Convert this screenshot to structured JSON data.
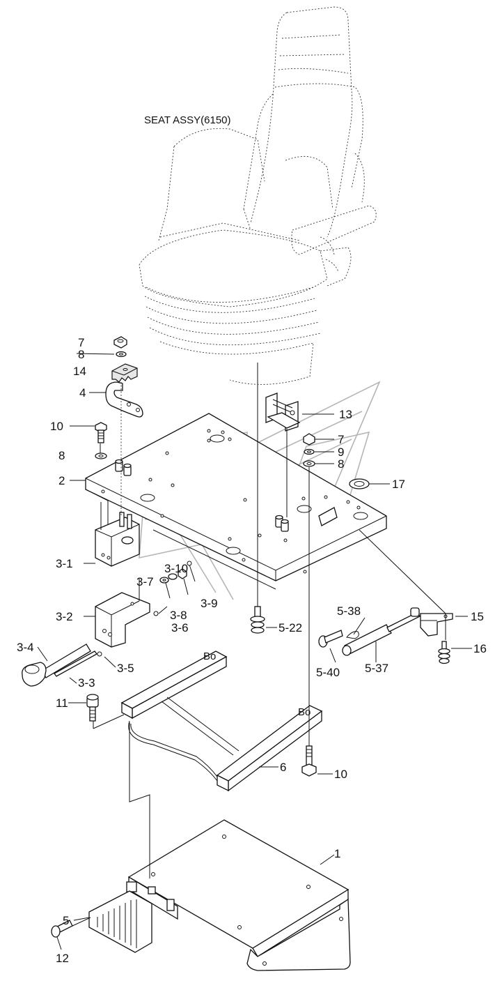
{
  "title": "SEAT ASSY(6150)",
  "labels": {
    "7a": "7",
    "8a": "8",
    "14": "14",
    "4": "4",
    "10a": "10",
    "8b": "8",
    "2": "2",
    "13": "13",
    "7b": "7",
    "9": "9",
    "8c": "8",
    "17": "17",
    "3-1": "3-1",
    "3-10": "3-10",
    "3-7": "3-7",
    "3-9": "3-9",
    "3-8": "3-8",
    "3-2": "3-2",
    "3-6": "3-6",
    "5-22": "5-22",
    "5-38": "5-38",
    "15": "15",
    "3-4": "3-4",
    "3-5": "3-5",
    "3-3": "3-3",
    "5-40": "5-40",
    "5-37": "5-37",
    "16": "16",
    "11": "11",
    "6": "6",
    "10b": "10",
    "1": "1",
    "5": "5",
    "12": "12"
  },
  "rail_marking": "Bo"
}
